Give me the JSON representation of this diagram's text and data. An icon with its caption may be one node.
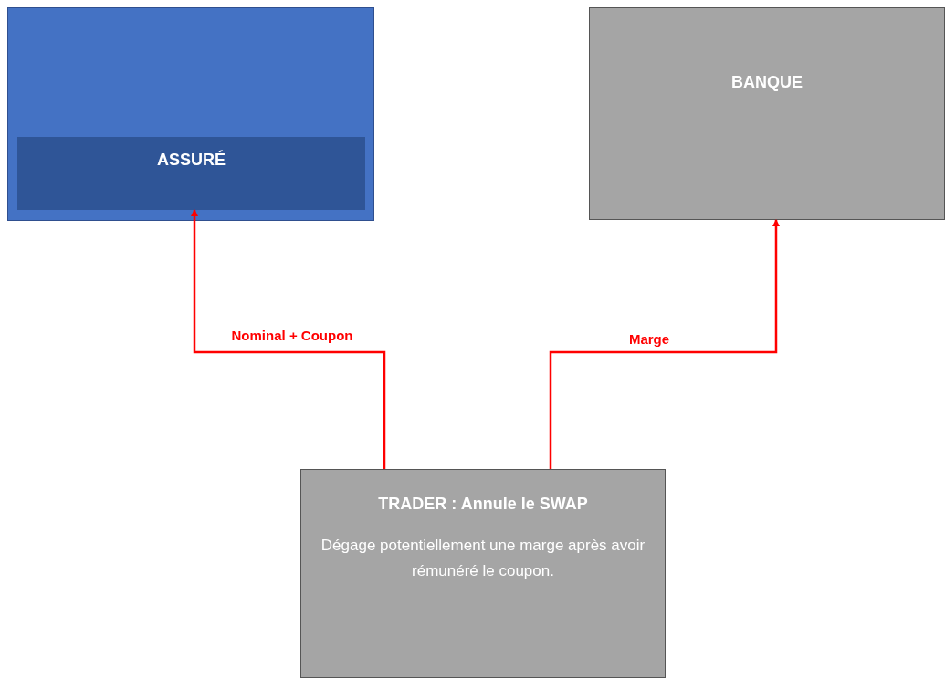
{
  "diagram": {
    "nodes": [
      {
        "text": [],
        "shape": "box"
      },
      {
        "text": [
          "ASSURÉ"
        ],
        "in": 0
      },
      {
        "text": [
          "BANQUE"
        ]
      },
      {
        "text": [
          "TRADER : Annule le SWAP",
          "Dégage potentiellement une marge après avoir rémunéré le coupon."
        ]
      }
    ],
    "edges": [
      {
        "from": 3,
        "to": 1,
        "arrow": "to",
        "label": "Nominal + Coupon"
      },
      {
        "from": 3,
        "to": 2,
        "arrow": "to",
        "label": "Marge"
      }
    ]
  }
}
